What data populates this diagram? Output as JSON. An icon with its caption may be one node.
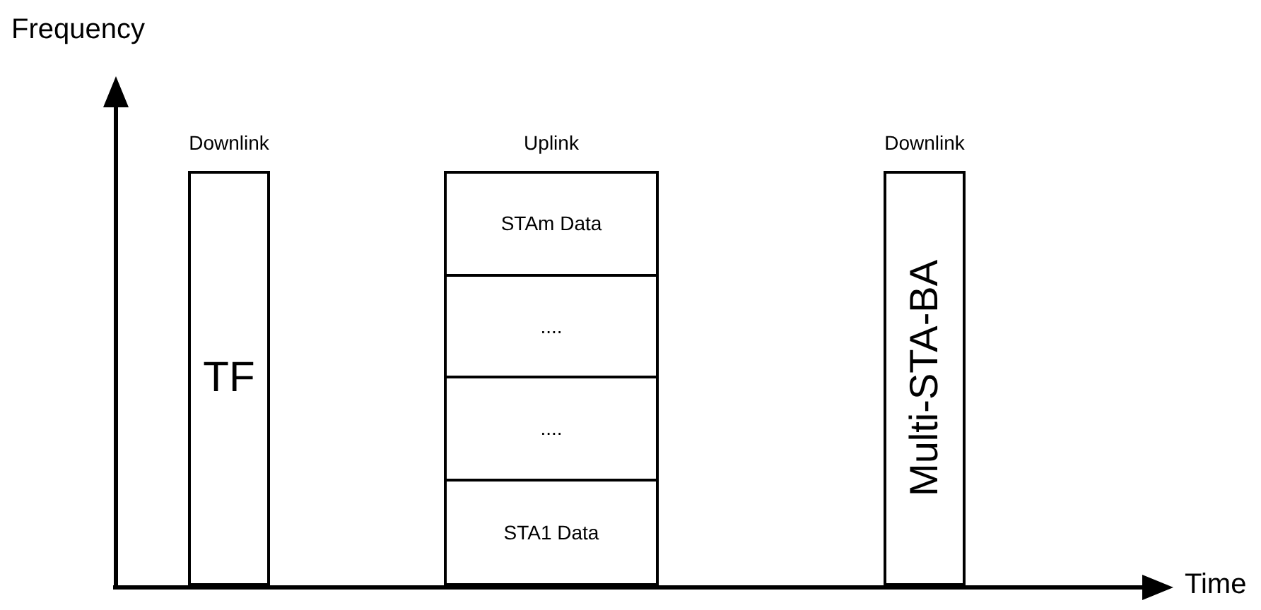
{
  "diagram": {
    "nodes": [
      {
        "text": [
          "Downlink",
          "TF"
        ]
      },
      {
        "text": [
          "Uplink"
        ]
      },
      {
        "text": [
          "STAm Data"
        ],
        "in": 1
      },
      {
        "text": [
          "...."
        ],
        "in": 1
      },
      {
        "text": [
          "...."
        ],
        "in": 1
      },
      {
        "text": [
          "STA1 Data"
        ],
        "in": 1
      },
      {
        "text": [
          "Downlink",
          "Multi-STA-BA"
        ]
      }
    ],
    "edges": [],
    "labels": [
      "Frequency",
      "Time"
    ]
  }
}
